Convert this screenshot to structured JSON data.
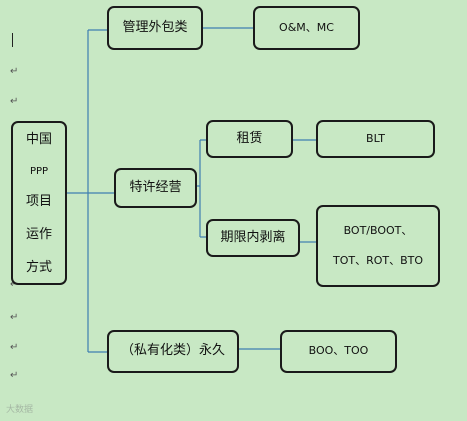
{
  "root": {
    "lines": [
      "中国",
      "PPP",
      "项目",
      "运作",
      "方式"
    ]
  },
  "categories": [
    {
      "label": "管理外包类",
      "detail": [
        "O&M、MC"
      ]
    },
    {
      "label": "特许经营",
      "subcategories": [
        {
          "label": "租赁",
          "detail": [
            "BLT"
          ]
        },
        {
          "label": "期限内剥离",
          "detail": [
            "BOT/BOOT、",
            "TOT、ROT、BTO"
          ]
        }
      ]
    },
    {
      "label": "（私有化类）永久",
      "detail": [
        "BOO、TOO"
      ]
    }
  ],
  "paragraph_mark": "↵",
  "watermark": "大数据"
}
